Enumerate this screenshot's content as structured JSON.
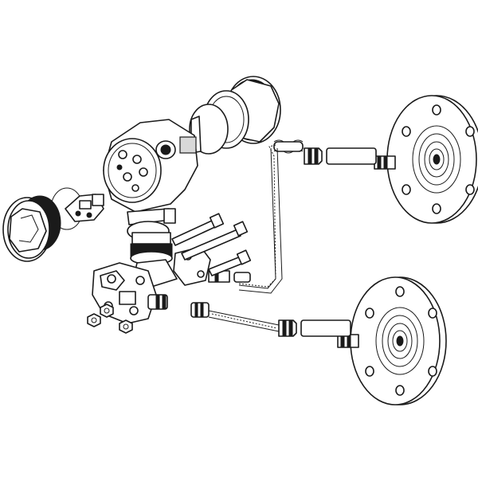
{
  "figure": {
    "description_visible_text": "",
    "colors": {
      "line": "#1a1a1a",
      "fill": "#ffffff",
      "shade": "#8a8a8a"
    },
    "parts": [
      "transmitter-housing",
      "front-cover",
      "rear-cover",
      "electronics-module",
      "sensor-module",
      "manifold-flange",
      "upper-flange-seal",
      "lower-flange-seal",
      "upper-capillary",
      "lower-capillary",
      "bolts",
      "nuts"
    ]
  }
}
